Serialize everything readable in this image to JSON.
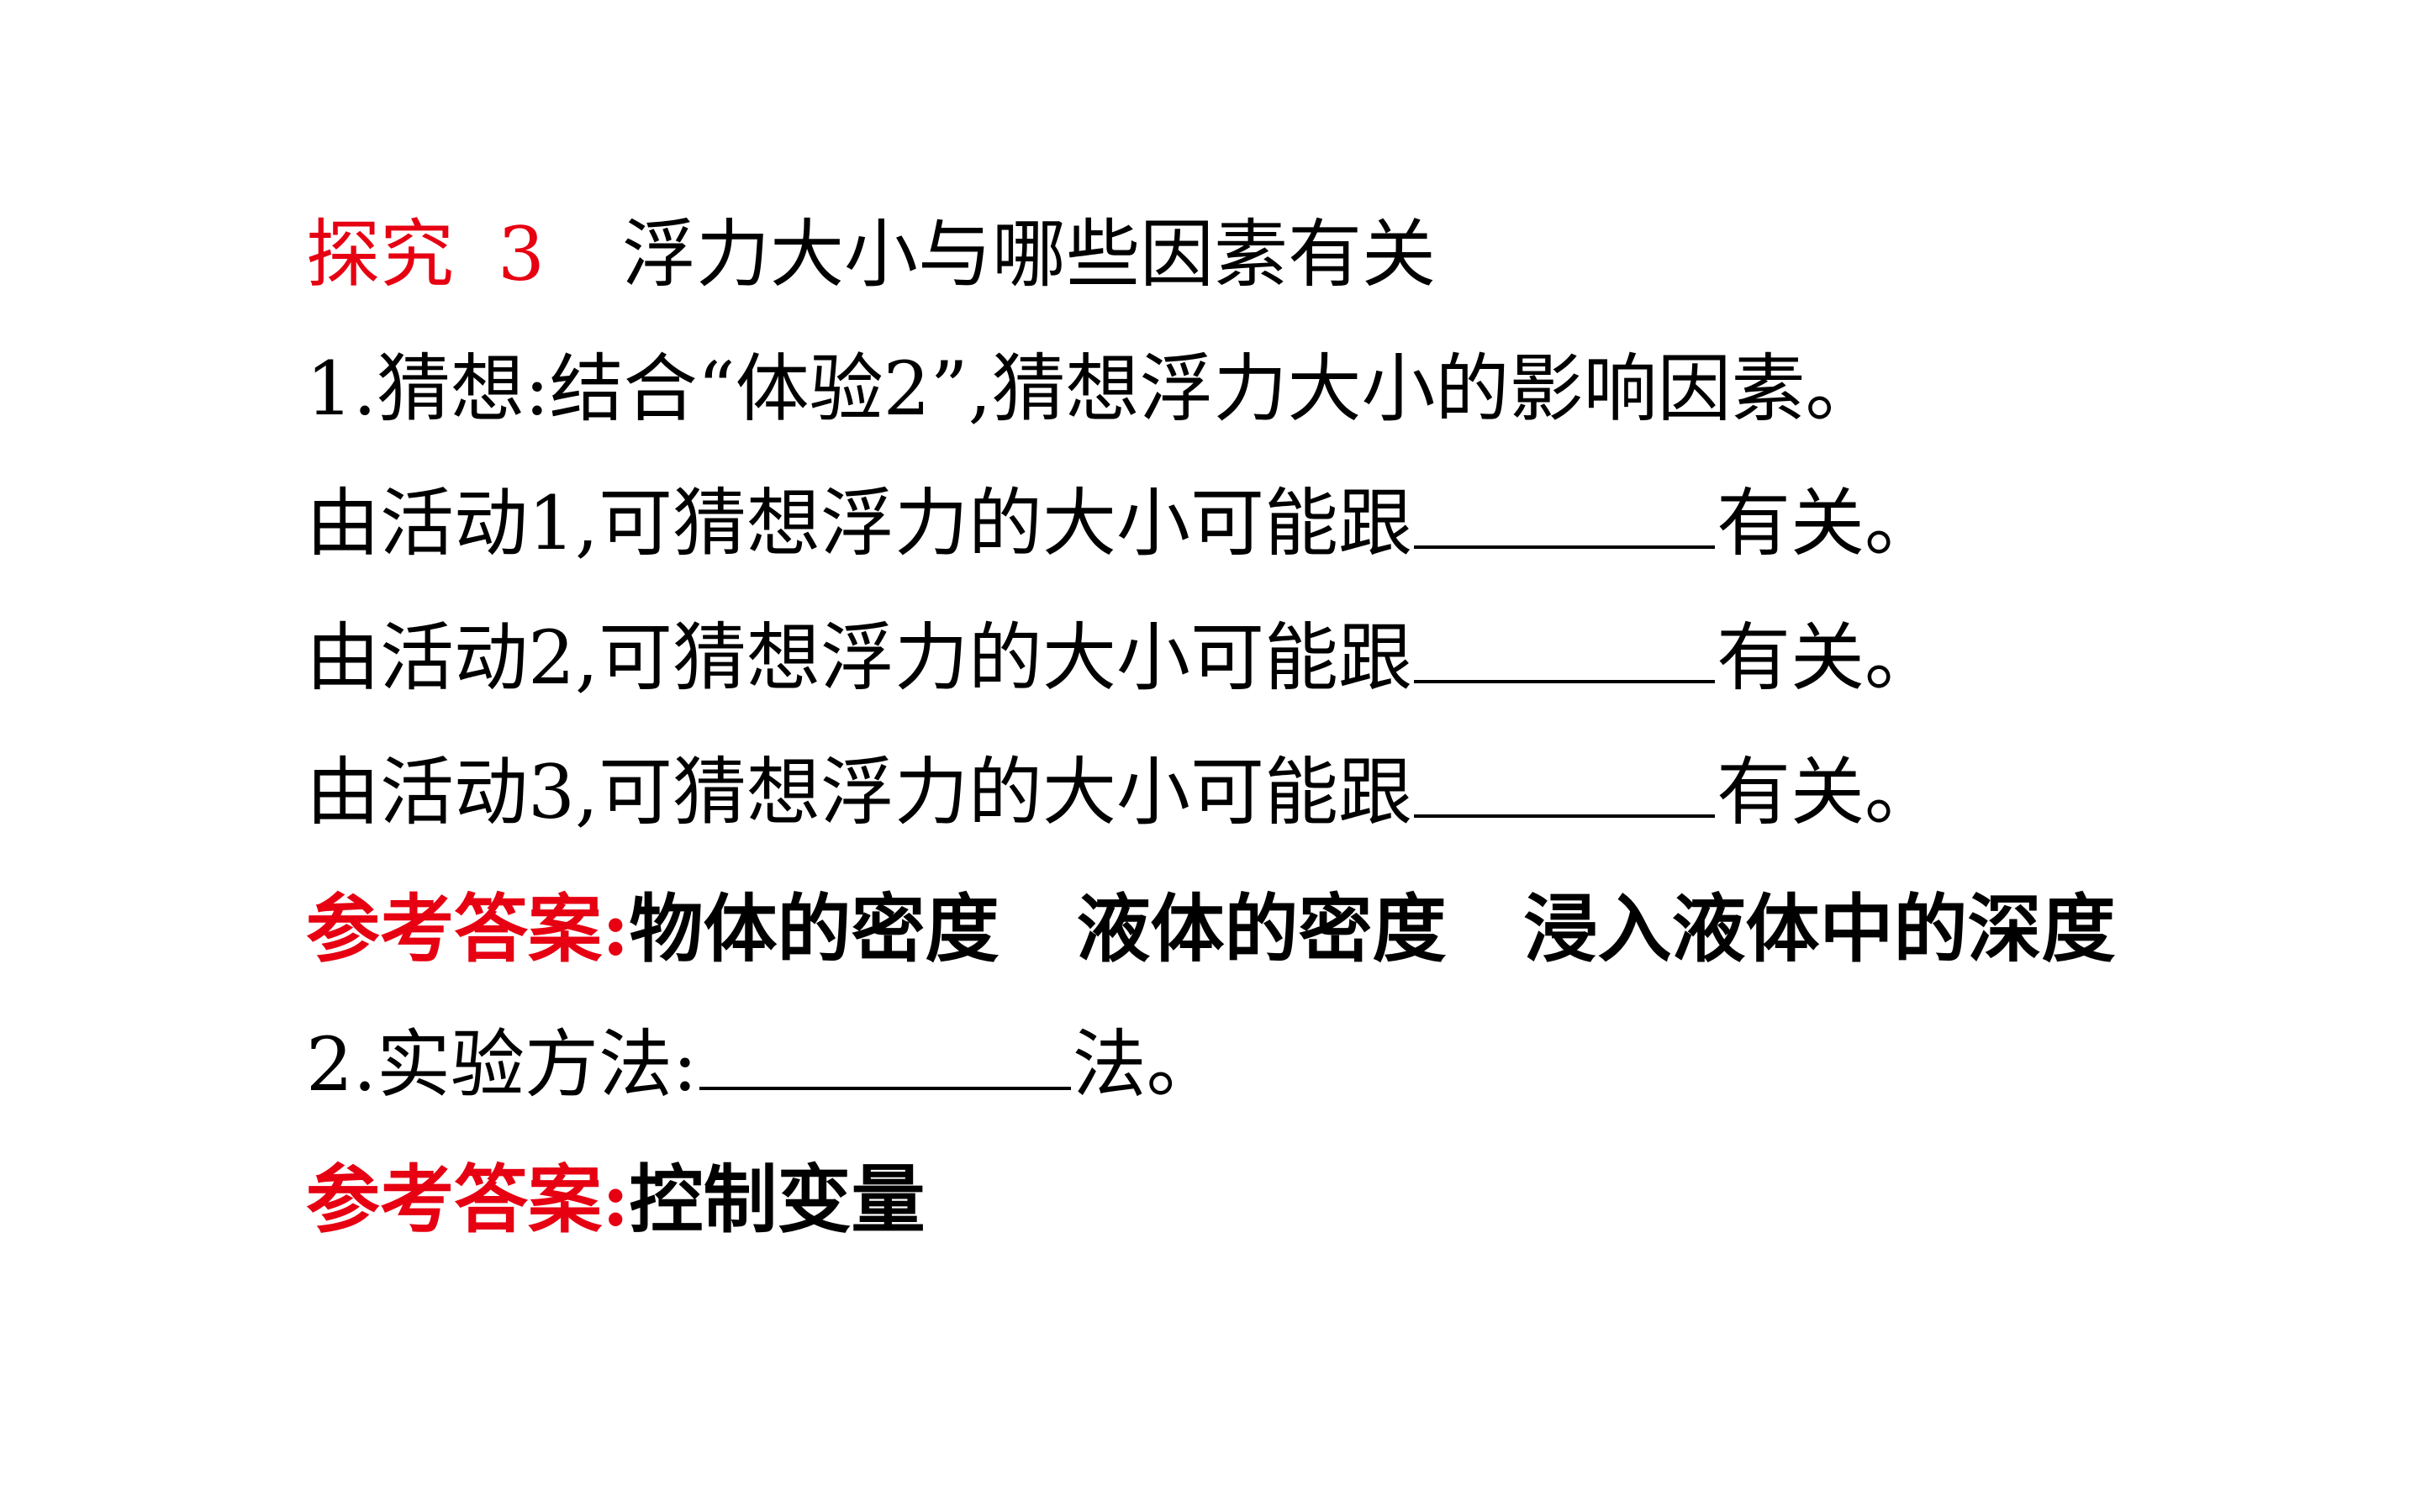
{
  "heading": {
    "label": "探究",
    "number": "3",
    "title": "浮力大小与哪些因素有关"
  },
  "q1": {
    "intro": "1.猜想:结合“体验2”,猜想浮力大小的影响因素。",
    "lines": [
      {
        "prefix": "由活动1,可猜想浮力的大小可能跟",
        "suffix": "有关。"
      },
      {
        "prefix": "由活动2,可猜想浮力的大小可能跟",
        "suffix": "有关。"
      },
      {
        "prefix": "由活动3,可猜想浮力的大小可能跟",
        "suffix": "有关。"
      }
    ],
    "answer_label": "参考答案:",
    "answers": [
      "物体的密度",
      "液体的密度",
      "浸入液体中的深度"
    ]
  },
  "q2": {
    "prefix": "2.实验方法:",
    "suffix": "法。",
    "answer_label": "参考答案:",
    "answer": "控制变量"
  },
  "colors": {
    "accent_red": "#e60012",
    "text": "#000000",
    "background": "#ffffff"
  }
}
